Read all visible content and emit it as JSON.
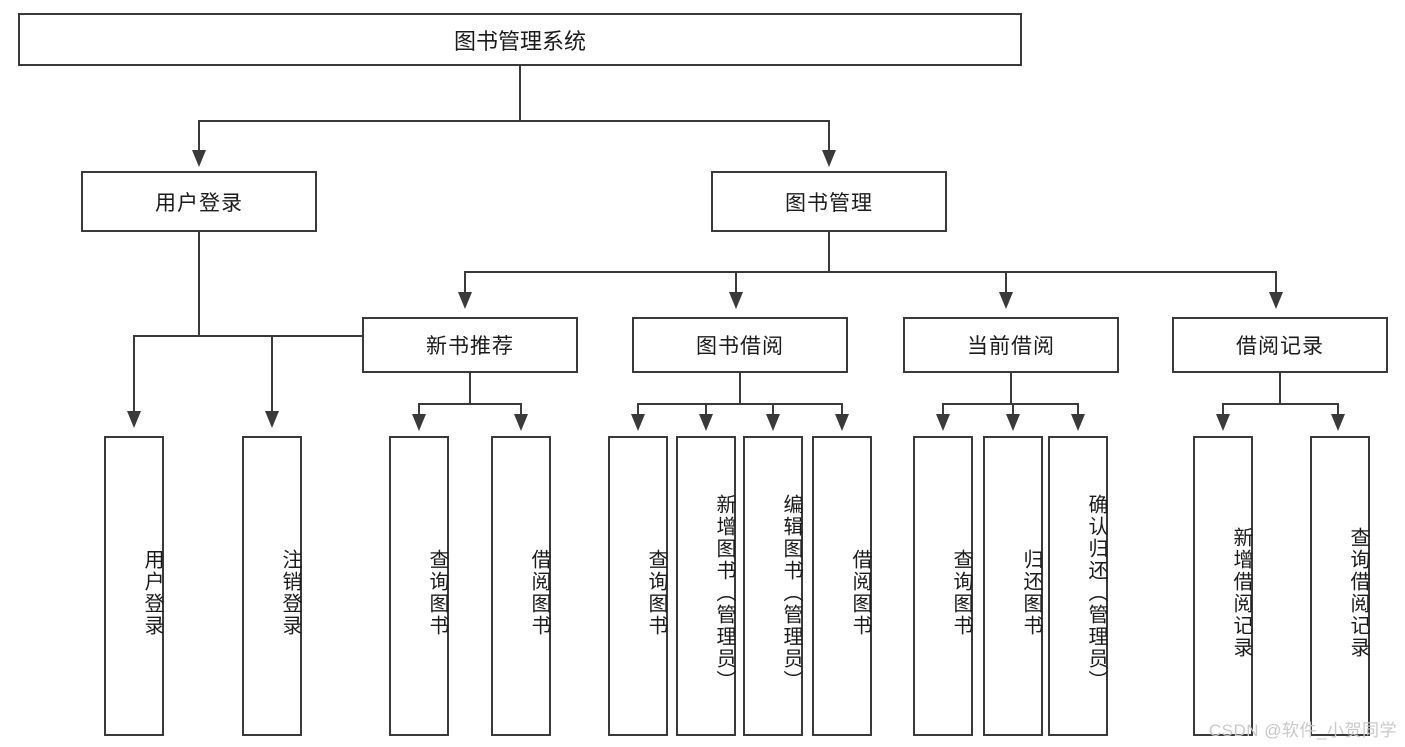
{
  "diagram": {
    "title": "图书管理系统",
    "watermark": "CSDN @软件_小贺同学",
    "accent_color": "#3a3a3a",
    "background_color": "#ffffff",
    "text_color": "#1b1b1b",
    "root": {
      "label": "图书管理系统"
    },
    "level2": [
      {
        "label": "用户登录"
      },
      {
        "label": "图书管理"
      }
    ],
    "level3": [
      {
        "label": "新书推荐"
      },
      {
        "label": "图书借阅"
      },
      {
        "label": "当前借阅"
      },
      {
        "label": "借阅记录"
      }
    ],
    "leaves": {
      "user_login": [
        {
          "label": "用户登录"
        },
        {
          "label": "注销登录"
        }
      ],
      "new_book": [
        {
          "label": "查询图书"
        },
        {
          "label": "借阅图书"
        }
      ],
      "book_borrow": [
        {
          "label": "查询图书"
        },
        {
          "label": "新增图书（管理员）"
        },
        {
          "label": "编辑图书（管理员）"
        },
        {
          "label": "借阅图书"
        }
      ],
      "current_borrow": [
        {
          "label": "查询图书"
        },
        {
          "label": "归还图书"
        },
        {
          "label": "确认归还（管理员）"
        }
      ],
      "borrow_record": [
        {
          "label": "新增借阅记录"
        },
        {
          "label": "查询借阅记录"
        }
      ]
    }
  }
}
